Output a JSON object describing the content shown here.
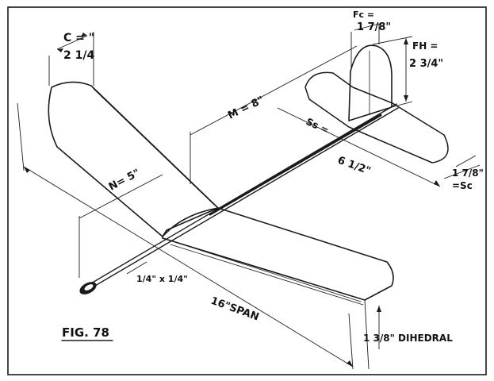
{
  "figure_label": "FIG. 78",
  "labels": {
    "chord": "C = \"",
    "chord_value": "2 1/4",
    "fin_chord": "Fc =",
    "fin_chord_value": "1 7/8\"",
    "fin_height": "FH =",
    "fin_height_value": "2 3/4\"",
    "moment_arm": "M = 8\"",
    "nose": "N= 5\"",
    "stab_span": "Ss =",
    "stab_span_value": "6 1/2\"",
    "stab_chord_value": "1 7/8\"",
    "stab_chord": "=Sc",
    "motor_stick": "1/4\" x 1/4\"",
    "span": "16\"SPAN",
    "dihedral": "1 3/8\" DIHEDRAL"
  }
}
